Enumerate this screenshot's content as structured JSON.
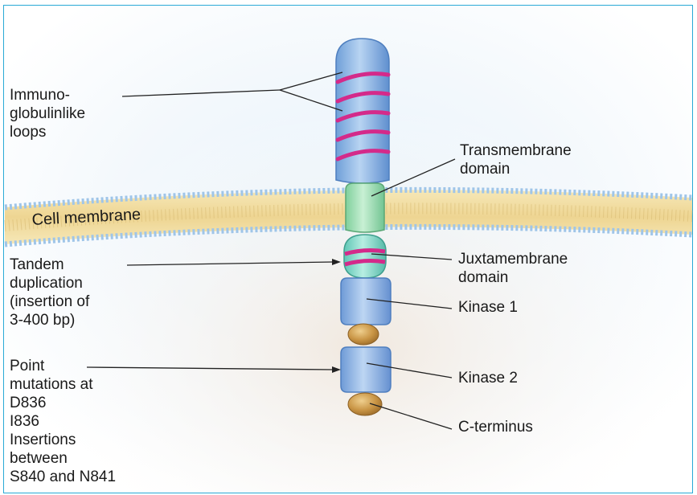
{
  "labels": {
    "immuno": "Immuno-\nglobulinlike\nloops",
    "transmembrane": "Transmembrane\ndomain",
    "cell_membrane": "Cell membrane",
    "tandem": "Tandem\nduplication\n(insertion of\n3-400 bp)",
    "juxtamembrane": "Juxtamembrane\ndomain",
    "kinase1": "Kinase 1",
    "point": "Point\nmutations at\nD836\nI836\nInsertions\nbetween\nS840 and N841",
    "kinase2": "Kinase 2",
    "cterminus": "C-terminus"
  },
  "colors": {
    "frame": "#29a9d6",
    "loop_band": "#d42a8a",
    "ig_domain": "#8fbbe8",
    "transmembrane": "#9fe0b4",
    "juxtamembrane": "#7fd8c8",
    "kinase": "#8fb8ea",
    "linker": "#c99545",
    "membrane": "#f2dfa6"
  }
}
